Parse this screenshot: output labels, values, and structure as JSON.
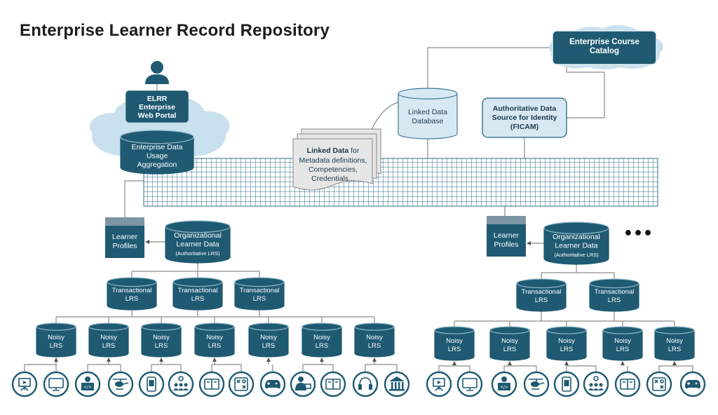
{
  "title": "Enterprise Learner Record Repository",
  "portal": {
    "lines": [
      "ELRR",
      "Enterprise",
      "Web Portal"
    ]
  },
  "aggregation": {
    "lines": [
      "Enterprise Data",
      "Usage",
      "Aggregation"
    ]
  },
  "catalog": {
    "lines": [
      "Enterprise Course",
      "Catalog"
    ]
  },
  "linked_db": {
    "lines": [
      "Linked Data",
      "Database"
    ]
  },
  "identity": {
    "lines": [
      "Authoritative Data",
      "Source for Identity",
      "(FICAM)"
    ]
  },
  "linked_doc": {
    "bold": "Linked Data",
    "rest": " for",
    "lines": [
      "Metadata definitions,",
      "Competencies,",
      "Credentials..."
    ]
  },
  "learner_profiles": {
    "lines": [
      "Learner",
      "Profiles"
    ]
  },
  "org_data": {
    "lines": [
      "Organizational",
      "Learner Data"
    ],
    "sub": "(Authoritative LRS)"
  },
  "transactional": {
    "lines": [
      "Transactional",
      "LRS"
    ]
  },
  "noisy": {
    "lines": [
      "Noisy",
      "LRS"
    ]
  },
  "ellipsis": "•••",
  "colors": {
    "dark": "#1f5a72",
    "light": "#d6e9f3",
    "cloud": "#c9e0ee",
    "grid": "#2d6d86"
  },
  "left_icons": [
    "presentation-icon",
    "monitor-icon",
    "coder-icon",
    "helicopter-icon",
    "mobile-app-icon",
    "group-location-icon",
    "book-icon",
    "tactics-board-icon",
    "gamepad-icon",
    "instructor-icon",
    "book-icon",
    "headset-icon",
    "institution-icon"
  ],
  "right_icons": [
    "presentation-icon",
    "monitor-icon",
    "coder-icon",
    "helicopter-icon",
    "mobile-app-icon",
    "group-location-icon",
    "book-icon",
    "tactics-board-icon",
    "gamepad-icon"
  ]
}
